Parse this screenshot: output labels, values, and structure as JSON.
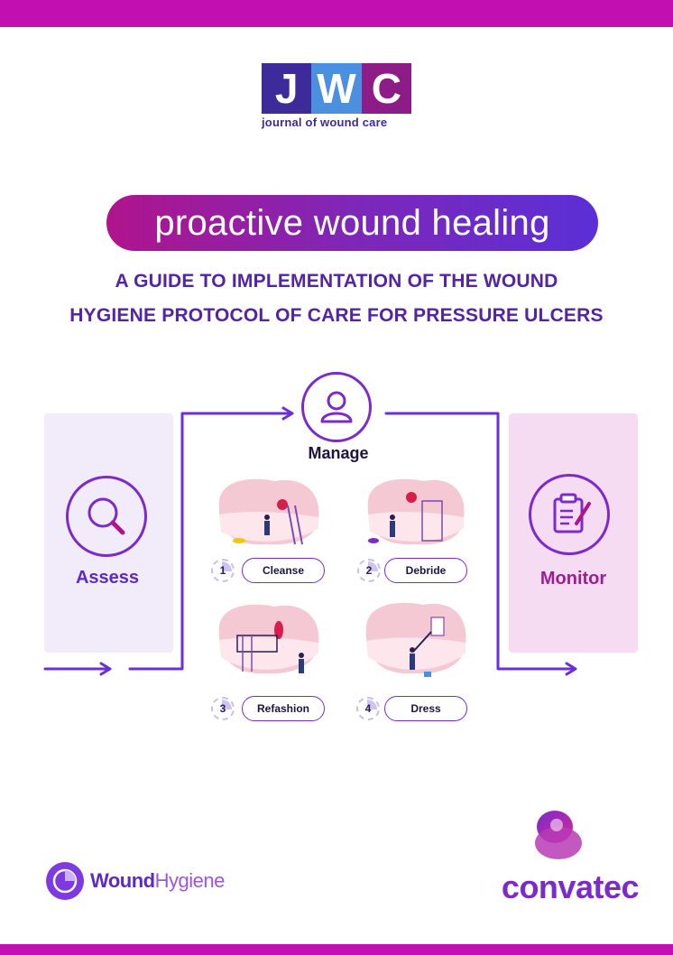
{
  "header": {
    "jwc_letters": [
      "J",
      "W",
      "C"
    ],
    "jwc_subtitle": "journal of wound care"
  },
  "title": "proactive wound healing",
  "subtitle": {
    "line1": "A GUIDE TO IMPLEMENTATION OF THE WOUND",
    "line2": "HYGIENE PROTOCOL OF CARE FOR PRESSURE ULCERS"
  },
  "stages": {
    "assess": "Assess",
    "manage": "Manage",
    "monitor": "Monitor"
  },
  "steps": [
    {
      "number": "1",
      "label": "Cleanse"
    },
    {
      "number": "2",
      "label": "Debride"
    },
    {
      "number": "3",
      "label": "Refashion"
    },
    {
      "number": "4",
      "label": "Dress"
    }
  ],
  "footer": {
    "wound": "Wound",
    "hygiene": "Hygiene",
    "convatec": "convatec"
  },
  "icons": {
    "assess": "magnifier-icon",
    "manage": "person-icon",
    "monitor": "clipboard-icon"
  },
  "colors": {
    "brand_magenta": "#c20fb2",
    "brand_purple": "#7b2bc9",
    "heading_purple": "#5324a4",
    "assess_panel": "#f2ecfa",
    "monitor_panel": "#f5dcf3"
  }
}
